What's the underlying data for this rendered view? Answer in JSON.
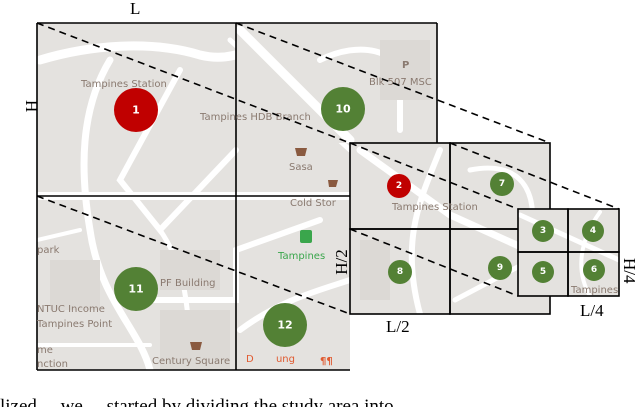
{
  "dimensions": {
    "L": "L",
    "H": "H",
    "L2": "L/2",
    "H2": "H/2",
    "L4": "L/4",
    "H4": "H/4"
  },
  "map_labels": {
    "tampines_station": "Tampines Station",
    "hdb_branch": "Tampines HDB Branch",
    "sasa": "Sasa",
    "blk507": "Blk 507 MSC",
    "cold_storage": "Cold Stor",
    "tampines_mrt": "Tampines",
    "park": "park",
    "pf_building": "PF Building",
    "ntuc1": "NTUC Income",
    "ntuc2": "Tampines Point",
    "me": "me",
    "nction": "nction",
    "century_square": "Century Square",
    "restaurant": "D       ung",
    "tampines_station_zoom": "Tampines Station",
    "tampines_zoom4": "Tampines"
  },
  "markers": [
    {
      "id": "1",
      "color": "#c00000",
      "level": "L"
    },
    {
      "id": "10",
      "color": "#538135",
      "level": "L"
    },
    {
      "id": "11",
      "color": "#538135",
      "level": "L"
    },
    {
      "id": "12",
      "color": "#538135",
      "level": "L"
    },
    {
      "id": "2",
      "color": "#c00000",
      "level": "L/2"
    },
    {
      "id": "7",
      "color": "#538135",
      "level": "L/2"
    },
    {
      "id": "8",
      "color": "#538135",
      "level": "L/2"
    },
    {
      "id": "9",
      "color": "#538135",
      "level": "L/2"
    },
    {
      "id": "3",
      "color": "#538135",
      "level": "L/4"
    },
    {
      "id": "4",
      "color": "#538135",
      "level": "L/4"
    },
    {
      "id": "5",
      "color": "#538135",
      "level": "L/4"
    },
    {
      "id": "6",
      "color": "#538135",
      "level": "L/4"
    }
  ],
  "colors": {
    "map_bg": "#e4e2df",
    "road": "#ffffff",
    "label": "#8a7a70",
    "red_marker": "#c00000",
    "green_marker": "#538135"
  },
  "caption_fragment": "lized ... we ... started by dividing the study area into"
}
